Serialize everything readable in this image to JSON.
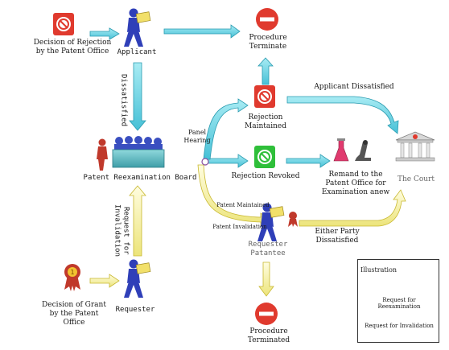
{
  "nodes": {
    "decision_rejection": "Decision of Rejection\nby the Patent Office",
    "applicant": "Applicant",
    "procedure_terminate": "Procedure\nTerminate",
    "rejection_maintained": "Rejection\nMaintained",
    "board": "Patent Reexamination Board",
    "rejection_revoked": "Rejection Revoked",
    "remand": "Remand to the\nPatent Office for\nExamination anew",
    "court": "The Court",
    "requester_patentee": "Requester\nPatantee",
    "decision_grant": "Decision of Grant\nby the Patent\nOffice",
    "requester": "Requester",
    "procedure_terminated": "Procedure\nTerminated"
  },
  "edges": {
    "dissatisfied": "Dissatisfied",
    "request_invalidation": "Request for\nInvalidation",
    "panel_hearing": "Panel\nHearing",
    "applicant_dissatisfied": "Applicant Dissatisfied",
    "patent_maintained": "Patent Maintained",
    "patent_invalidation": "Patent Invalidation",
    "either_party": "Either Party\nDissatisfied"
  },
  "legend": {
    "title": "Illustration",
    "reexam": "Request for\nReexamination",
    "invalidation": "Request for Invalidation"
  },
  "colors": {
    "cyan": "#6fd3e2",
    "cyan_edge": "#2a9bb0",
    "yellow": "#f6f29a",
    "yellow_edge": "#c8b830",
    "red_icon": "#e03a2e",
    "green_icon": "#2fbf3a",
    "person_blue": "#2f3fb8"
  }
}
